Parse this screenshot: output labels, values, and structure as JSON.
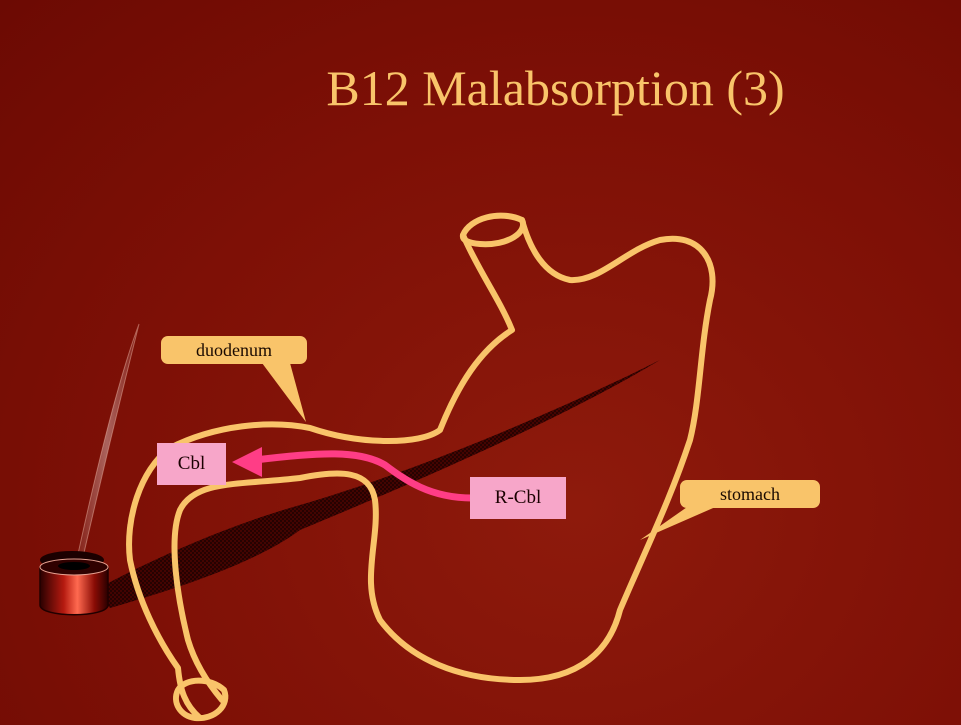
{
  "slide": {
    "title": "B12 Malabsorption (3)"
  },
  "labels": {
    "duodenum": "duodenum",
    "stomach": "stomach",
    "cbl": "Cbl",
    "r_cbl": "R-Cbl"
  },
  "colors": {
    "background": "#7e1006",
    "title_text": "#f9c46a",
    "outline": "#f9c46a",
    "callout_fill": "#f9c46a",
    "label_box_fill": "#f7a6c9",
    "arrow": "#ff3d86"
  },
  "icons": {
    "decoration": "quill-and-inkwell-icon"
  }
}
